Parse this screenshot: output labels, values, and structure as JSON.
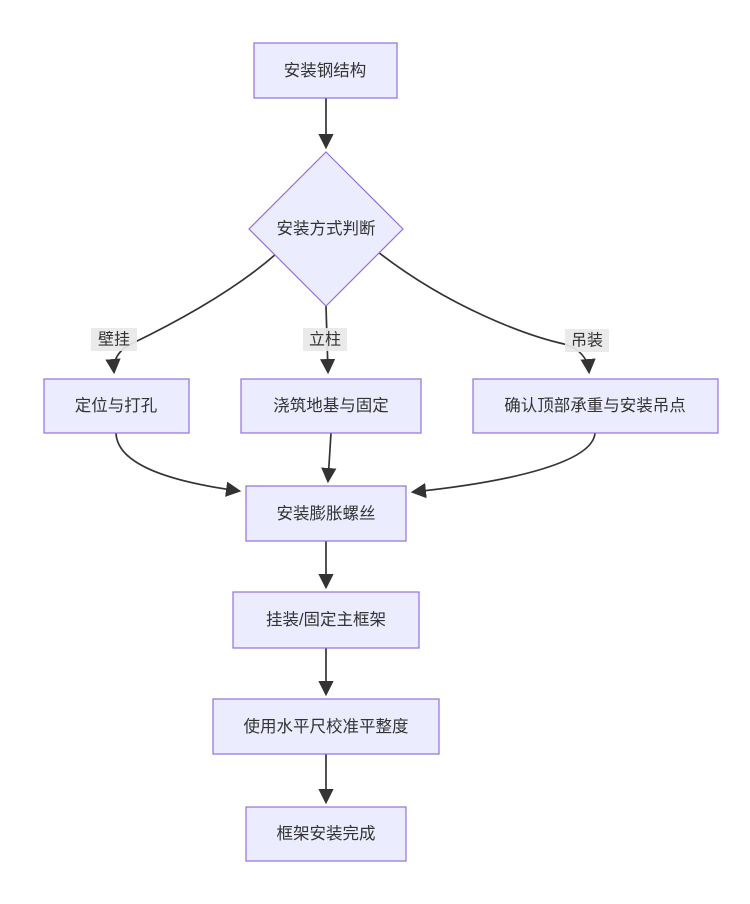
{
  "diagram": {
    "type": "flowchart",
    "direction": "top-down",
    "nodes": [
      {
        "id": "start",
        "shape": "rect",
        "label": "安装钢结构"
      },
      {
        "id": "decision",
        "shape": "diamond",
        "label": "安装方式判断"
      },
      {
        "id": "wall",
        "shape": "rect",
        "label": "定位与打孔"
      },
      {
        "id": "column",
        "shape": "rect",
        "label": "浇筑地基与固定"
      },
      {
        "id": "ceiling",
        "shape": "rect",
        "label": "确认顶部承重与安装吊点"
      },
      {
        "id": "anchor",
        "shape": "rect",
        "label": "安装膨胀螺丝"
      },
      {
        "id": "frame",
        "shape": "rect",
        "label": "挂装/固定主框架"
      },
      {
        "id": "level",
        "shape": "rect",
        "label": "使用水平尺校准平整度"
      },
      {
        "id": "done",
        "shape": "rect",
        "label": "框架安装完成"
      }
    ],
    "edges": [
      {
        "from": "start",
        "to": "decision",
        "label": ""
      },
      {
        "from": "decision",
        "to": "wall",
        "label": "壁挂"
      },
      {
        "from": "decision",
        "to": "column",
        "label": "立柱"
      },
      {
        "from": "decision",
        "to": "ceiling",
        "label": "吊装"
      },
      {
        "from": "wall",
        "to": "anchor",
        "label": ""
      },
      {
        "from": "column",
        "to": "anchor",
        "label": ""
      },
      {
        "from": "ceiling",
        "to": "anchor",
        "label": ""
      },
      {
        "from": "anchor",
        "to": "frame",
        "label": ""
      },
      {
        "from": "frame",
        "to": "level",
        "label": ""
      },
      {
        "from": "level",
        "to": "done",
        "label": ""
      }
    ],
    "colors": {
      "node_fill": "#ECECFF",
      "node_border": "#9370DB",
      "edge_line": "#333333",
      "text": "#333333",
      "edge_label_bg": "#e8e8e8",
      "background": "#ffffff"
    }
  }
}
